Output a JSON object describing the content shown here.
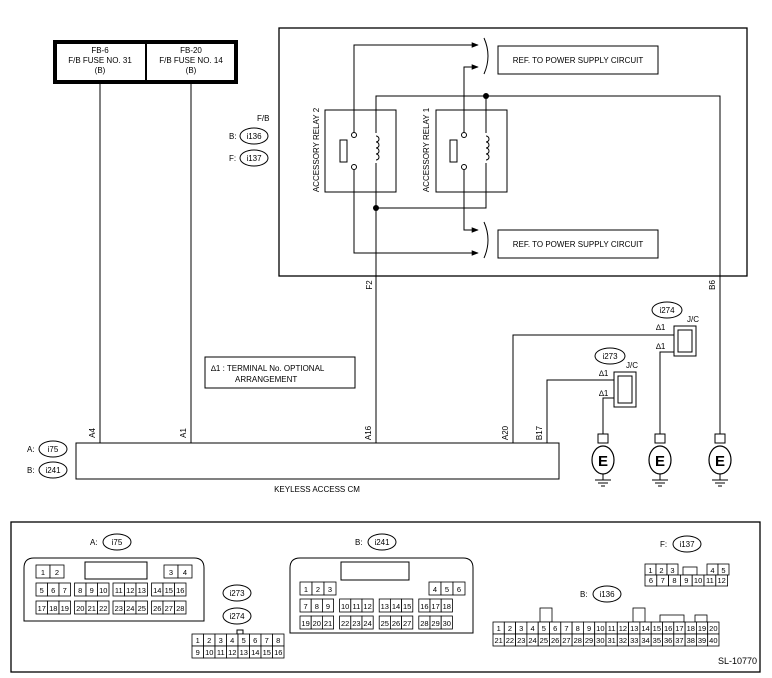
{
  "fuse_box": {
    "fb6": {
      "line1": "FB-6",
      "line2": "F/B FUSE NO. 31",
      "line3": "(B)"
    },
    "fb20": {
      "line1": "FB-20",
      "line2": "F/B FUSE NO. 14",
      "line3": "(B)"
    }
  },
  "fb": {
    "title": "F/B",
    "b_label": "B:",
    "b_code": "i136",
    "f_label": "F:",
    "f_code": "i137"
  },
  "relays": {
    "relay2": "ACCESSORY RELAY 2",
    "relay1": "ACCESSORY RELAY 1"
  },
  "refs": {
    "top": "REF. TO POWER SUPPLY CIRCUIT",
    "bottom": "REF. TO POWER SUPPLY CIRCUIT"
  },
  "wire_labels": {
    "f2": "F2",
    "b6": "B6"
  },
  "note": {
    "star": "∆1 : TERMINAL No. OPTIONAL",
    "line2": "ARRANGEMENT"
  },
  "jc": {
    "label": "J/C",
    "star1": "∆1",
    "code_a": "i274",
    "code_b": "i273"
  },
  "cm": {
    "name": "KEYLESS ACCESS CM",
    "a_label": "A:",
    "a_code": "i75",
    "b_label": "B:",
    "b_code": "i241",
    "pins": [
      "A4",
      "A1",
      "A16",
      "A20",
      "B17"
    ]
  },
  "ground": "E",
  "connectors": {
    "a": {
      "label": "A:",
      "code": "i75",
      "row1": [
        "1",
        "2",
        "3",
        "4"
      ],
      "row2": [
        "5",
        "6",
        "7",
        "8",
        "9",
        "10",
        "11",
        "12",
        "13",
        "14",
        "15",
        "16"
      ],
      "row3": [
        "17",
        "18",
        "19",
        "20",
        "21",
        "22",
        "23",
        "24",
        "25",
        "26",
        "27",
        "28"
      ]
    },
    "jc": {
      "code1": "i273",
      "code2": "i274",
      "row1": [
        "1",
        "2",
        "3",
        "4",
        "5",
        "6",
        "7",
        "8"
      ],
      "row2": [
        "9",
        "10",
        "11",
        "12",
        "13",
        "14",
        "15",
        "16"
      ]
    },
    "b241": {
      "label": "B:",
      "code": "i241",
      "row1": [
        "1",
        "2",
        "3",
        "4",
        "5",
        "6"
      ],
      "row2": [
        "7",
        "8",
        "9",
        "10",
        "11",
        "12",
        "13",
        "14",
        "15",
        "16",
        "17",
        "18"
      ],
      "row3": [
        "19",
        "20",
        "21",
        "22",
        "23",
        "24",
        "25",
        "26",
        "27",
        "28",
        "29",
        "30"
      ]
    },
    "f137": {
      "label": "F:",
      "code": "i137",
      "row1": [
        "1",
        "2",
        "3",
        "4",
        "5"
      ],
      "row2": [
        "6",
        "7",
        "8",
        "9",
        "10",
        "11",
        "12"
      ]
    },
    "b136": {
      "label": "B:",
      "code": "i136",
      "row1": [
        "1",
        "2",
        "3",
        "4",
        "5",
        "6",
        "7",
        "8",
        "9",
        "10",
        "11",
        "12",
        "13",
        "14",
        "15",
        "16",
        "17",
        "18",
        "19",
        "20"
      ],
      "row2": [
        "21",
        "22",
        "23",
        "24",
        "25",
        "26",
        "27",
        "28",
        "29",
        "30",
        "31",
        "32",
        "33",
        "34",
        "35",
        "36",
        "37",
        "38",
        "39",
        "40"
      ]
    }
  },
  "figure_id": "SL-10770"
}
